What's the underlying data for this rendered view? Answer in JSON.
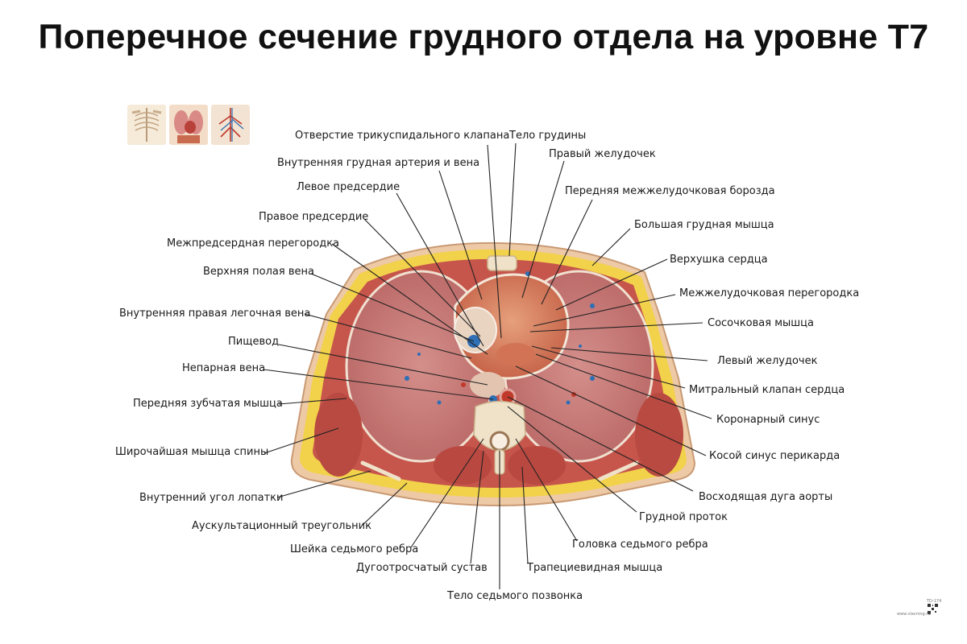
{
  "title": "Поперечное сечение грудного отдела на уровне Т7",
  "icons": [
    "skeleton-thumbnail-icon",
    "organs-thumbnail-icon",
    "vessels-thumbnail-icon"
  ],
  "labels": [
    {
      "id": "tricuspid",
      "text": "Отверстие трикуспидального клапана"
    },
    {
      "id": "sternum",
      "text": "Тело грудины"
    },
    {
      "id": "int-thoracic",
      "text": "Внутренняя грудная артерия и вена"
    },
    {
      "id": "right-ventricle",
      "text": "Правый желудочек"
    },
    {
      "id": "left-atrium",
      "text": "Левое предсердие"
    },
    {
      "id": "ant-interventricular",
      "text": "Передняя межжелудочковая борозда"
    },
    {
      "id": "right-atrium",
      "text": "Правое предсердие"
    },
    {
      "id": "pectoralis",
      "text": "Большая грудная мышца"
    },
    {
      "id": "interatrial",
      "text": "Межпредсердная перегородка"
    },
    {
      "id": "apex",
      "text": "Верхушка сердца"
    },
    {
      "id": "svc",
      "text": "Верхняя полая вена"
    },
    {
      "id": "interventricular-septum",
      "text": "Межжелудочковая перегородка"
    },
    {
      "id": "pulm-vein",
      "text": "Внутренняя правая легочная вена"
    },
    {
      "id": "papillary",
      "text": "Сосочковая мышца"
    },
    {
      "id": "esophagus",
      "text": "Пищевод"
    },
    {
      "id": "left-ventricle",
      "text": "Левый желудочек"
    },
    {
      "id": "azygos",
      "text": "Непарная вена"
    },
    {
      "id": "mitral",
      "text": "Митральный клапан сердца"
    },
    {
      "id": "serratus",
      "text": "Передняя зубчатая мышца"
    },
    {
      "id": "coronary-sinus",
      "text": "Коронарный синус"
    },
    {
      "id": "latissimus",
      "text": "Широчайшая мышца спины"
    },
    {
      "id": "oblique-sinus",
      "text": "Косой синус перикарда"
    },
    {
      "id": "scapula-angle",
      "text": "Внутренний угол лопатки"
    },
    {
      "id": "aorta",
      "text": "Восходящая дуга аорты"
    },
    {
      "id": "auscultation",
      "text": "Аускультационный треугольник"
    },
    {
      "id": "thoracic-duct",
      "text": "Грудной проток"
    },
    {
      "id": "rib-neck",
      "text": "Шейка седьмого ребра"
    },
    {
      "id": "rib-head",
      "text": "Головка седьмого ребра"
    },
    {
      "id": "costotransverse",
      "text": "Дугоотросчатый сустав"
    },
    {
      "id": "trapezius",
      "text": "Трапециевидная мышца"
    },
    {
      "id": "vertebra",
      "text": "Тело седьмого позвонка"
    }
  ],
  "footer": {
    "site": "www.vlavning.ru",
    "code": "TD-174"
  },
  "colors": {
    "fat": "#f3d54e",
    "muscle": "#c9544e",
    "lung": "#c87a78",
    "skin": "#e9bfa0",
    "heart": "#d87b5e",
    "vessel_blue": "#2f6fb5"
  }
}
